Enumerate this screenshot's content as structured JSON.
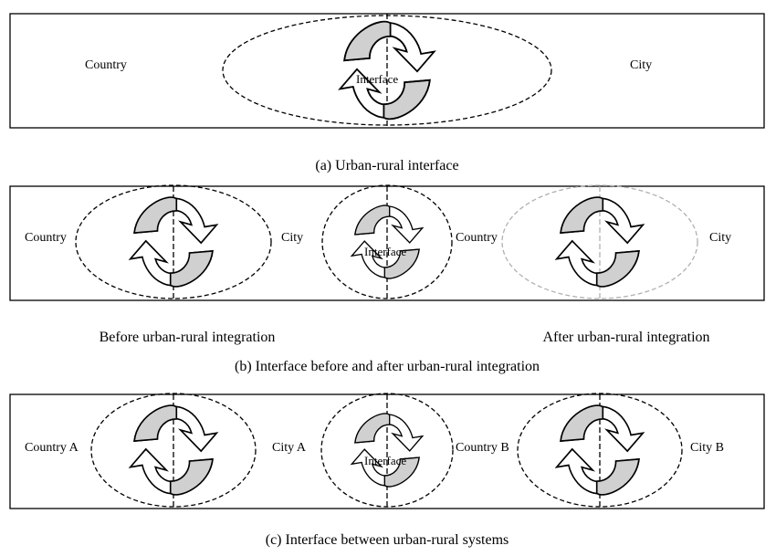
{
  "panel_a": {
    "country": "Country",
    "city": "City",
    "interface": "Interface",
    "caption": "(a) Urban-rural interface"
  },
  "panel_b": {
    "left_country": "Country",
    "left_city": "City",
    "interface": "Interface",
    "right_country": "Country",
    "right_city": "City",
    "before_label": "Before urban-rural integration",
    "after_label": "After urban-rural integration",
    "caption": "(b) Interface before and after urban-rural integration"
  },
  "panel_c": {
    "country_a": "Country A",
    "city_a": "City A",
    "interface": "Interface",
    "country_b": "Country B",
    "city_b": "City B",
    "caption": "(c) Interface between urban-rural systems"
  },
  "colors": {
    "arrow_fill": "#d0d0d0",
    "stroke": "#000000",
    "faded_boundary": "#b0b0b0",
    "background": "#ffffff"
  }
}
